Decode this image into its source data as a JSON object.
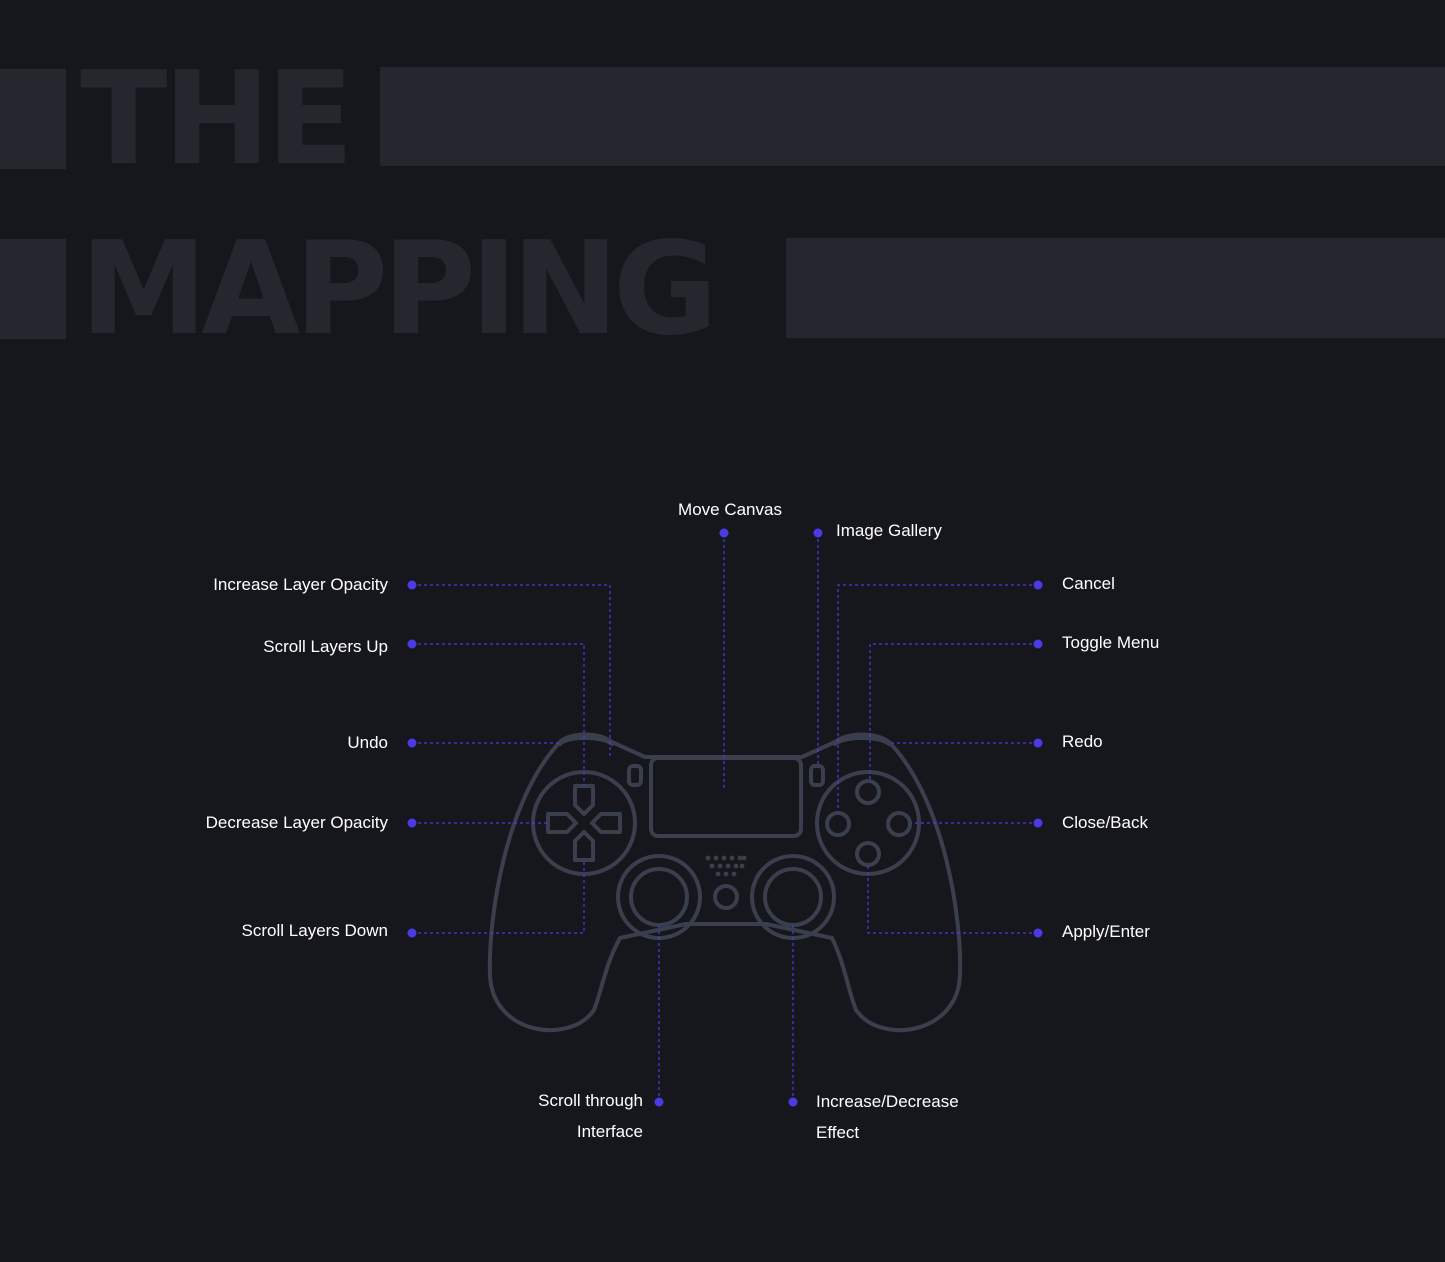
{
  "heading": {
    "line1": "THE",
    "line2": "MAPPING"
  },
  "colors": {
    "background": "#16171c",
    "heading_blocks": "#26262f",
    "controller_outline": "#3a3f4d",
    "accent": "#4b3be6",
    "label_text": "#ffffff"
  },
  "labels": {
    "move_canvas": "Move Canvas",
    "image_gallery": "Image Gallery",
    "increase_layer_opacity": "Increase Layer Opacity",
    "scroll_layers_up": "Scroll Layers Up",
    "undo": "Undo",
    "decrease_layer_opacity": "Decrease Layer Opacity",
    "scroll_layers_down": "Scroll Layers Down",
    "cancel": "Cancel",
    "toggle_menu": "Toggle Menu",
    "redo": "Redo",
    "close_back": "Close/Back",
    "apply_enter": "Apply/Enter",
    "scroll_through_interface": [
      "Scroll through",
      "Interface"
    ],
    "increase_decrease_effect": [
      "Increase/Decrease",
      "Effect"
    ]
  }
}
